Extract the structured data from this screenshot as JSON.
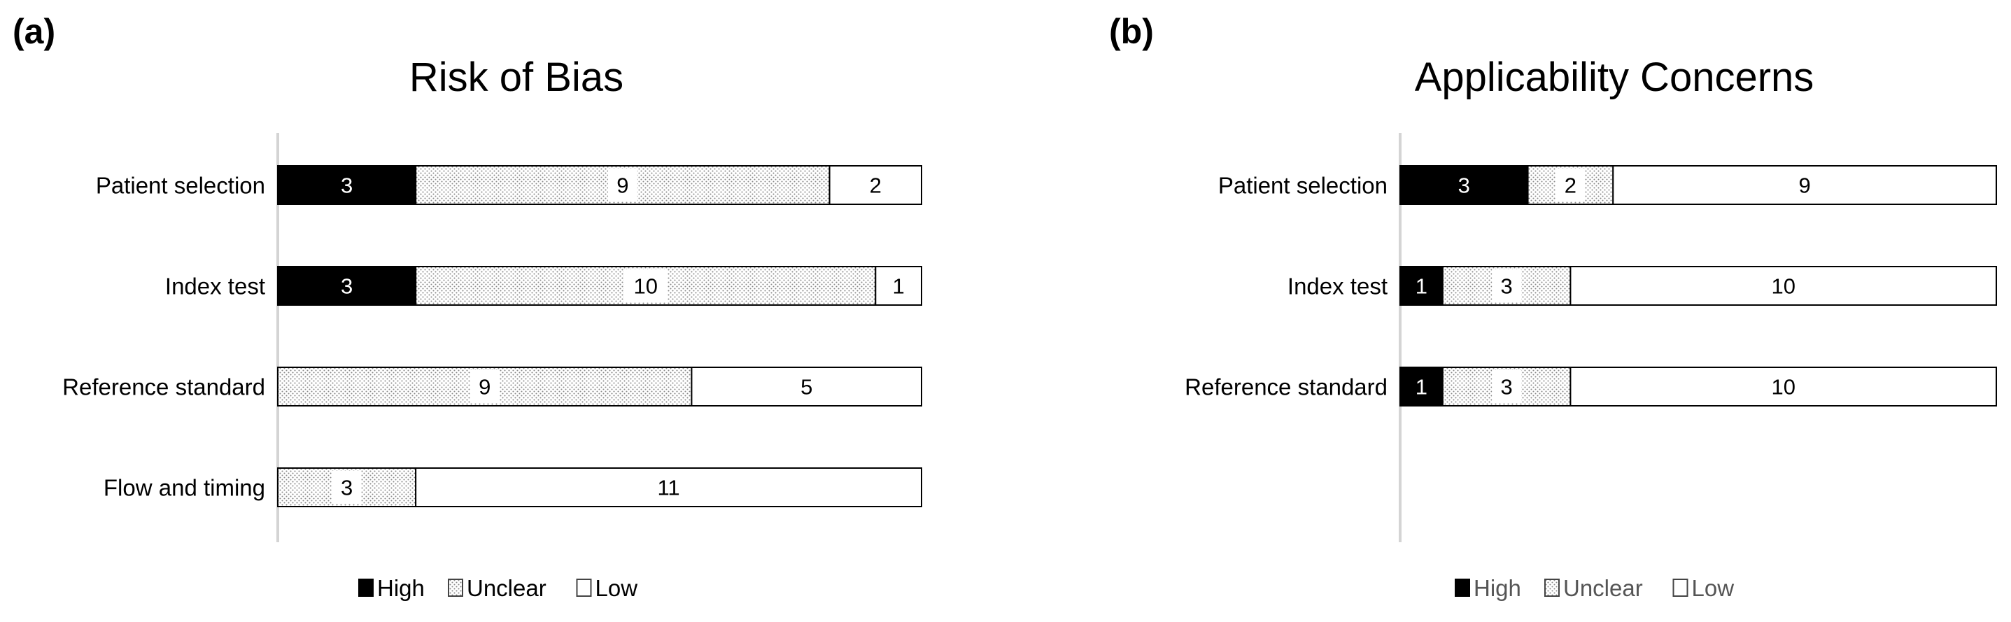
{
  "colors": {
    "high": "#000000",
    "unclear_dots": "#8a8a8a",
    "low": "#ffffff",
    "axis": "#d4d4d4",
    "border": "#000000"
  },
  "chart_data": [
    {
      "panel_label": "(a)",
      "type": "bar",
      "orientation": "horizontal",
      "stacked": true,
      "title": "Risk of Bias",
      "categories": [
        "Patient selection",
        "Index test",
        "Reference standard",
        "Flow and timing"
      ],
      "series": [
        {
          "name": "High",
          "values": [
            3,
            3,
            0,
            0
          ]
        },
        {
          "name": "Unclear",
          "values": [
            9,
            10,
            9,
            3
          ]
        },
        {
          "name": "Low",
          "values": [
            2,
            1,
            5,
            11
          ]
        }
      ],
      "xlim": [
        0,
        14
      ],
      "legend": "bottom",
      "grid": false
    },
    {
      "panel_label": "(b)",
      "type": "bar",
      "orientation": "horizontal",
      "stacked": true,
      "title": "Applicability Concerns",
      "categories": [
        "Patient selection",
        "Index test",
        "Reference standard"
      ],
      "series": [
        {
          "name": "High",
          "values": [
            3,
            1,
            1
          ]
        },
        {
          "name": "Unclear",
          "values": [
            2,
            3,
            3
          ]
        },
        {
          "name": "Low",
          "values": [
            9,
            10,
            10
          ]
        }
      ],
      "xlim": [
        0,
        14
      ],
      "legend": "bottom",
      "grid": false
    }
  ]
}
